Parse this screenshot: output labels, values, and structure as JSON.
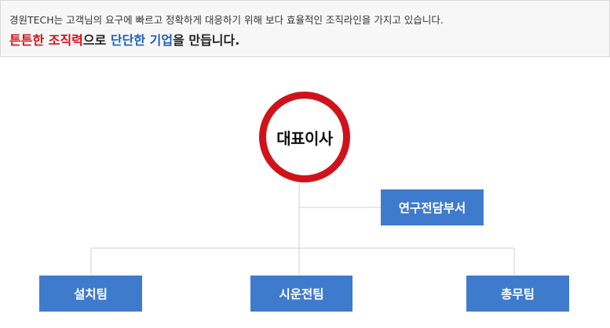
{
  "intro": {
    "text": "경원TECH는 고객님의 요구에 빠르고 정확하게 대응하기 위해 보다 효율적인 조직라인을 가지고 있습니다.",
    "slogan_part1": "튼튼한 조직력",
    "slogan_part2": "으로 ",
    "slogan_part3": "단단한 기업",
    "slogan_part4": "을 만듭니다."
  },
  "org_chart": {
    "root": "대표이사",
    "staff_unit": "연구전담부서",
    "departments": [
      "설치팀",
      "시운전팀",
      "총무팀"
    ]
  },
  "colors": {
    "accent_red": "#d0121b",
    "accent_blue": "#1f5fbf",
    "box_fill": "#3f7bcc",
    "connector": "#d0d0d0"
  }
}
